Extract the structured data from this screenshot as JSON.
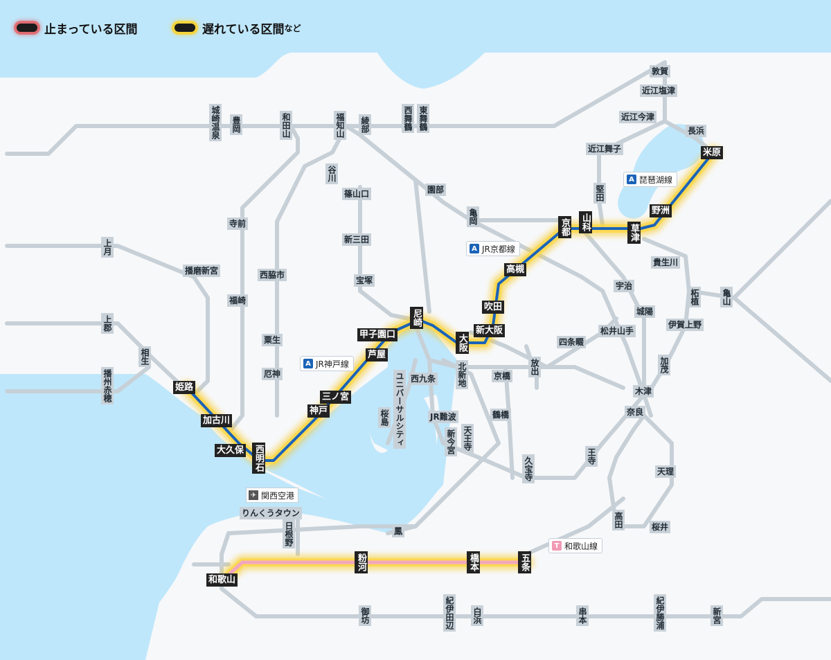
{
  "legend": {
    "stopped_label": "止まっている区間",
    "delayed_label": "遅れている区間",
    "delayed_suffix": "など"
  },
  "colors": {
    "sea": "#bfe7fb",
    "land": "#f7f8fa",
    "line_gray": "#c7d0d7",
    "line_blue": "#1a63b8",
    "line_pink": "#f2a7be",
    "delay_glow": "#f7c928",
    "stopped_glow": "#e94a4a",
    "station_bg": "#c9d1d8",
    "station_active_bg": "#222222"
  },
  "line_tags": [
    {
      "id": "biwako",
      "badge": "A",
      "label": "琵琶湖線",
      "badge_color": "#1a63b8"
    },
    {
      "id": "kyoto",
      "badge": "A",
      "label": "JR京都線",
      "badge_color": "#1a63b8"
    },
    {
      "id": "kobe",
      "badge": "A",
      "label": "JR神戸線",
      "badge_color": "#1a63b8"
    },
    {
      "id": "wakayama",
      "badge": "T",
      "label": "和歌山線",
      "badge_color": "#f29ab5"
    }
  ],
  "airport": {
    "icon": "airplane-icon",
    "label": "関西空港"
  },
  "stations": [
    {
      "id": "tsuruga",
      "name": "敦賀",
      "active": false
    },
    {
      "id": "omi_shiotsu",
      "name": "近江塩津",
      "active": false
    },
    {
      "id": "omi_imazu",
      "name": "近江今津",
      "active": false
    },
    {
      "id": "nagahama",
      "name": "長浜",
      "active": false
    },
    {
      "id": "omi_maiko",
      "name": "近江舞子",
      "active": false
    },
    {
      "id": "maibara",
      "name": "米原",
      "active": true
    },
    {
      "id": "katata",
      "name": "堅田",
      "active": false
    },
    {
      "id": "yasu",
      "name": "野洲",
      "active": true
    },
    {
      "id": "yamashina",
      "name": "山科",
      "active": true
    },
    {
      "id": "kyoto",
      "name": "京都",
      "active": true
    },
    {
      "id": "kusatsu",
      "name": "草津",
      "active": true
    },
    {
      "id": "kibukawa",
      "name": "貴生川",
      "active": false
    },
    {
      "id": "tsuge",
      "name": "柘植",
      "active": false
    },
    {
      "id": "kameyama",
      "name": "亀山",
      "active": false
    },
    {
      "id": "iga_ueno",
      "name": "伊賀上野",
      "active": false
    },
    {
      "id": "kinosaki",
      "name": "城崎温泉",
      "active": false
    },
    {
      "id": "toyooka",
      "name": "豊岡",
      "active": false
    },
    {
      "id": "wadayama",
      "name": "和田山",
      "active": false
    },
    {
      "id": "fukuchiyama",
      "name": "福知山",
      "active": false
    },
    {
      "id": "ayabe",
      "name": "綾部",
      "active": false
    },
    {
      "id": "nishi_maizuru",
      "name": "西舞鶴",
      "active": false
    },
    {
      "id": "higashi_maizuru",
      "name": "東舞鶴",
      "active": false
    },
    {
      "id": "tanigawa",
      "name": "谷川",
      "active": false
    },
    {
      "id": "sasayamaguchi",
      "name": "篠山口",
      "active": false
    },
    {
      "id": "sonobe",
      "name": "園部",
      "active": false
    },
    {
      "id": "kameoka",
      "name": "亀岡",
      "active": false
    },
    {
      "id": "shin_sanda",
      "name": "新三田",
      "active": false
    },
    {
      "id": "takarazuka",
      "name": "宝塚",
      "active": false
    },
    {
      "id": "takatsuki",
      "name": "高槻",
      "active": true
    },
    {
      "id": "uji",
      "name": "宇治",
      "active": false
    },
    {
      "id": "joyo",
      "name": "城陽",
      "active": false
    },
    {
      "id": "suita",
      "name": "吹田",
      "active": true
    },
    {
      "id": "shin_osaka",
      "name": "新大阪",
      "active": true
    },
    {
      "id": "amagasaki",
      "name": "尼崎",
      "active": true
    },
    {
      "id": "koshienguchi",
      "name": "甲子園口",
      "active": true
    },
    {
      "id": "osaka",
      "name": "大阪",
      "active": true
    },
    {
      "id": "ashiya",
      "name": "芦屋",
      "active": true
    },
    {
      "id": "kitashinchi",
      "name": "北新地",
      "active": false
    },
    {
      "id": "nishikujo",
      "name": "西九条",
      "active": false
    },
    {
      "id": "kyobashi",
      "name": "京橋",
      "active": false
    },
    {
      "id": "hanaten",
      "name": "放出",
      "active": false
    },
    {
      "id": "shijonawate",
      "name": "四条畷",
      "active": false
    },
    {
      "id": "matsuiyamate",
      "name": "松井山手",
      "active": false
    },
    {
      "id": "sannomiya",
      "name": "三ノ宮",
      "active": true
    },
    {
      "id": "kobe",
      "name": "神戸",
      "active": true
    },
    {
      "id": "usj",
      "name": "ユニバーサルシティ",
      "active": false
    },
    {
      "id": "sakurajima",
      "name": "桜島",
      "active": false
    },
    {
      "id": "jr_namba",
      "name": "JR難波",
      "active": false
    },
    {
      "id": "shin_imamiya",
      "name": "新今宮",
      "active": false
    },
    {
      "id": "tennoji",
      "name": "天王寺",
      "active": false
    },
    {
      "id": "tsuruhashi",
      "name": "鶴橋",
      "active": false
    },
    {
      "id": "kizu",
      "name": "木津",
      "active": false
    },
    {
      "id": "kamo",
      "name": "加茂",
      "active": false
    },
    {
      "id": "nara",
      "name": "奈良",
      "active": false
    },
    {
      "id": "kami_tsukimizu",
      "name": "上月",
      "active": false
    },
    {
      "id": "harima_shingu",
      "name": "播磨新宮",
      "active": false
    },
    {
      "id": "teramae",
      "name": "寺前",
      "active": false
    },
    {
      "id": "nishiwakishi",
      "name": "西脇市",
      "active": false
    },
    {
      "id": "fukusaki",
      "name": "福崎",
      "active": false
    },
    {
      "id": "kamigori",
      "name": "上郡",
      "active": false
    },
    {
      "id": "aioi",
      "name": "相生",
      "active": false
    },
    {
      "id": "banshu_ako",
      "name": "播州赤穂",
      "active": false
    },
    {
      "id": "ao",
      "name": "粟生",
      "active": false
    },
    {
      "id": "yakujin",
      "name": "厄神",
      "active": false
    },
    {
      "id": "himeji",
      "name": "姫路",
      "active": true
    },
    {
      "id": "kakogawa",
      "name": "加古川",
      "active": true
    },
    {
      "id": "okubo",
      "name": "大久保",
      "active": true
    },
    {
      "id": "nishi_akashi",
      "name": "西明石",
      "active": true
    },
    {
      "id": "oji",
      "name": "王寺",
      "active": false
    },
    {
      "id": "kyu_hoji",
      "name": "久宝寺",
      "active": false
    },
    {
      "id": "tenri",
      "name": "天理",
      "active": false
    },
    {
      "id": "takada",
      "name": "高田",
      "active": false
    },
    {
      "id": "sakurai",
      "name": "桜井",
      "active": false
    },
    {
      "id": "rinku_town",
      "name": "りんくうタウン",
      "active": false
    },
    {
      "id": "hineno",
      "name": "日根野",
      "active": false
    },
    {
      "id": "otori",
      "name": "鳳",
      "active": false
    },
    {
      "id": "wakayama",
      "name": "和歌山",
      "active": true
    },
    {
      "id": "kokawa",
      "name": "粉河",
      "active": true
    },
    {
      "id": "hashimoto",
      "name": "橋本",
      "active": true
    },
    {
      "id": "gojo",
      "name": "五条",
      "active": true
    },
    {
      "id": "gobo",
      "name": "御坊",
      "active": false
    },
    {
      "id": "kii_tanabe",
      "name": "紀伊田辺",
      "active": false
    },
    {
      "id": "shirahama",
      "name": "白浜",
      "active": false
    },
    {
      "id": "kushimoto",
      "name": "串本",
      "active": false
    },
    {
      "id": "kii_katsuura",
      "name": "紀伊勝浦",
      "active": false
    },
    {
      "id": "shingu",
      "name": "新宮",
      "active": false
    }
  ]
}
